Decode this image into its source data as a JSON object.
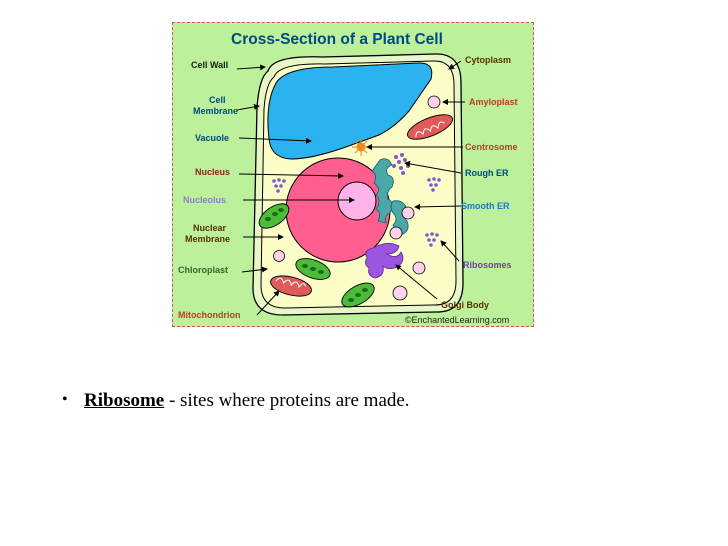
{
  "diagram": {
    "title": "Cross-Section of a Plant Cell",
    "credit": "©EnchantedLearning.com",
    "labels": {
      "cell_wall": "Cell Wall",
      "cell_membrane_1": "Cell",
      "cell_membrane_2": "Membrane",
      "vacuole": "Vacuole",
      "nucleus": "Nucleus",
      "nucleolus": "Nucleolus",
      "nuclear_membrane_1": "Nuclear",
      "nuclear_membrane_2": "Membrane",
      "chloroplast": "Chloroplast",
      "mitochondrion": "Mitochondrion",
      "cytoplasm": "Cytoplasm",
      "amyloplast": "Amyloplast",
      "centrosome": "Centrosome",
      "rough_er": "Rough ER",
      "smooth_er": "Smooth ER",
      "ribosomes": "Ribosomes",
      "golgi_body": "Golgi Body"
    },
    "colors": {
      "background": "#bcf09b",
      "cytoplasm": "#fdfdc8",
      "vacuole": "#2bb3f0",
      "nucleus": "#ff5e8f",
      "nucleolus": "#ffb3e8",
      "chloroplast": "#4cbb3a",
      "mitochondrion": "#e05a5a",
      "golgi": "#9b55e0",
      "er": "#4aa9a8"
    }
  },
  "bullet": {
    "term": "Ribosome",
    "text": " - sites where proteins are made."
  }
}
